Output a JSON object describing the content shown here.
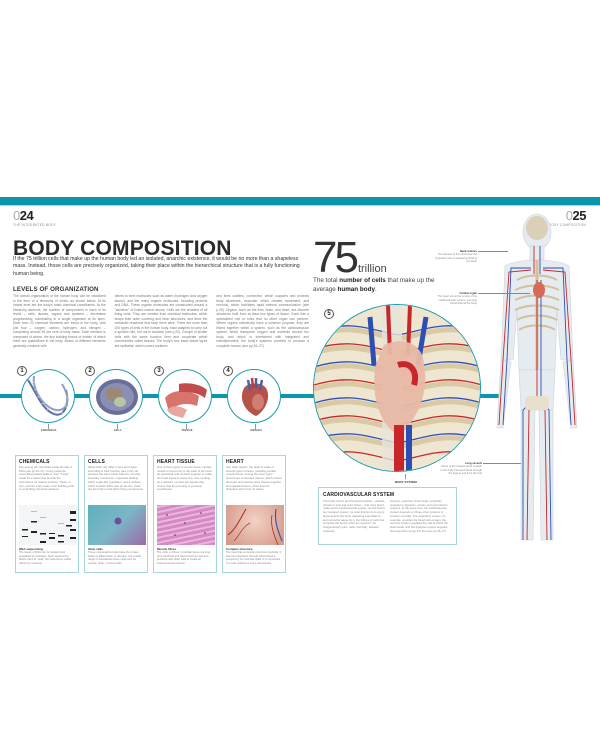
{
  "colors": {
    "accent": "#0b96ac",
    "accent_light": "#9fdbe4",
    "card_border": "#a9d6dd",
    "title": "#2a2a2a"
  },
  "folio_left": {
    "zero": "0",
    "number": "24",
    "section": "THE INTEGRATED BODY"
  },
  "folio_right": {
    "zero": "0",
    "number": "25",
    "section": "BODY COMPOSITION"
  },
  "title": "BODY COMPOSITION",
  "intro": "If the 75 trillion cells that make up the human body led an isolated, anarchic existence, it would be no more than a shapeless mass. Instead, those cells are precisely organized, taking their place within the hierarchical structure that is a fully functioning human being.",
  "levels_section": {
    "heading": "LEVELS OF ORGANIZATION",
    "columns": [
      "The overall organization of the human body can be visualized in the form of a hierarchy of levels, as shown below. At its lowest level are the body's basic chemical constituents. At the hierarchy ascends, the number of components in each of its levels – cells, tissues, organs and systems – decreases progressively, culminating in a single organism at its apex. More than 20 chemical elements are found in the body, with just four – oxygen, carbon, hydrogen, and nitrogen – comprising around 96 per cent of body mass. Each element is composed of atoms, the tiny building blocks of matter, of which there are quadrillions in the body. Atoms of different elements generally combine with",
      "others to form molecules such as water (hydrogen and oxygen atoms), and the many organic molecules, including proteins and DNA. These organic molecules are constructed around a \"skeleton\" of linked carbon atoms. Cells are the smallest of all living units. They are created from chemical molecules, which shape their outer covering and inner structures, and drive the metabolic reactions that keep them alive. There are more than 200 types of cells in the human body, each adapted to carry out a specific role, but not in isolation (see p.22). Groups of similar cells with the same function form and cooperate within communities called tissues. The body's four basic tissue types are epithelial, which covers surfaces",
      "and lines cavities; connective, which supports and protects body structures; muscular, which creates movement; and nervous, which facilitates rapid internal communication (see p.25). Organs, such as the liver, brain, and heart, are discrete structures built from at least two types of tissue. Each has a specialized role or roles that no other organ can perform. Where organs collectively have a common purpose, they are linked together within a system, such as the cardiovascular system, which transports oxygen and nutrients around the body, and which is intertwined with integrated and interdependent, the body's systems combine to produce a complete human (see pp.26–27)."
    ]
  },
  "stat": {
    "number": "75",
    "unit": "trillion",
    "caption_pre": "The total ",
    "caption_b1": "number of cells",
    "caption_mid": " that make up the average ",
    "caption_b2": "human body",
    "caption_end": "."
  },
  "levels": [
    {
      "badge": "1",
      "label": "CHEMICAL",
      "icon": "dna-helix-image"
    },
    {
      "badge": "2",
      "label": "CELL",
      "icon": "cell-image"
    },
    {
      "badge": "3",
      "label": "TISSUE",
      "icon": "muscle-tissue-image"
    },
    {
      "badge": "4",
      "label": "ORGAN",
      "icon": "heart-image"
    },
    {
      "badge": "5",
      "label": "BODY SYSTEM",
      "icon": "ribcage-circulation-image"
    }
  ],
  "cards": [
    {
      "heading": "CHEMICALS",
      "text": "Key among the chemicals inside all cells is DNA (see pp.16–17). A long molecule, resembling twisted ladders, their \"rungs\" made from bases that provide the instructions for making proteins. These, in turn, perform many tasks, from building cells to controlling chemical reactions.",
      "caption_heading": "DNA sequencing",
      "caption_text": "The bases of DNA can be isolated and separated by scientists. Such sequencing allows them to \"read\" the instructions coded within the molecule."
    },
    {
      "heading": "CELLS",
      "text": "While cells may differ in size and shape according to their function (see p.22), all possess the same basic features: an outer boundary membrane, organelles floating within a jelly-like cytoplasm, and a nucleus, which contains DNA (see pp.20–21). Cells are the body's most basic living components.",
      "caption_heading": "Stem cells",
      "caption_text": "These unspecialized cells have the unique ability to differentiate, or develop, into a wide range of specialized tissue cells such as muscle, brain, or blood cells."
    },
    {
      "heading": "HEART TISSUE",
      "text": "One of three types of muscle tissue, cardiac muscle is found only in the walls of the heart. Its cylindrical cells contract together to make the heart squeeze and pump, and, working as a network, conduct the signals that ensure that the pumping is precisely coordinated.",
      "caption_heading": "Muscle fibres",
      "caption_text": "The cells, or fibres, in cardiac tissue are long and cylindrical and have branches that form junctions with other cells to create an interconnected network."
    },
    {
      "heading": "HEART",
      "text": "Like other organs, the heart is made of several types of tissue, including cardiac muscle tissue. Among the other types present are connective tissues, which protect the heart and hold the other tissues together, and epithelial tissue, which lines its chambers and cover its valves.",
      "caption_heading": "Complex structure",
      "caption_text": "The heart has a complex structure internally. It has four chambers through which blood is pumped by its muscular walls. It is connected to a vast network of veins and arteries."
    }
  ],
  "cardiovascular": {
    "heading": "CARDIOVASCULAR SYSTEM",
    "col1": "The heart, blood, and the blood vessels – arteries (shown in red) and veins (blue) – that carry blood, make up the cardiovascular system. As the body's key transport system, its main function is to pump blood around the body, delivering essentials to, and removing waste from, the trillions of cells that comprise the body's other ten systems: the integumentary (skin, nails, and hair), skeletal, muscular,",
    "col2": "nervous, endocrine (hormonal), lymphatic, respiratory, digestive, urinary, and reproductive systems. At the same time, the cardiovascular system depends on those other systems to function normally. The respiratory system, for example, provides the blood with oxygen, the nervous system regulates the rate at which the heart beats, and the digestive system supplies the body with energy rich fuel (see pp.26–27)."
  },
  "annotations": [
    {
      "title": "Neck arteries",
      "text": "The arteries of the neck have the important role of supplying blood to the brain"
    },
    {
      "title": "Central organ",
      "text": "The heart sits at the centre of the cardiovascular system, pumping blood around the body"
    },
    {
      "title": "Long vessels",
      "text": "Some of the longest blood vessels in the body transport blood through the legs to and from the feet"
    }
  ]
}
